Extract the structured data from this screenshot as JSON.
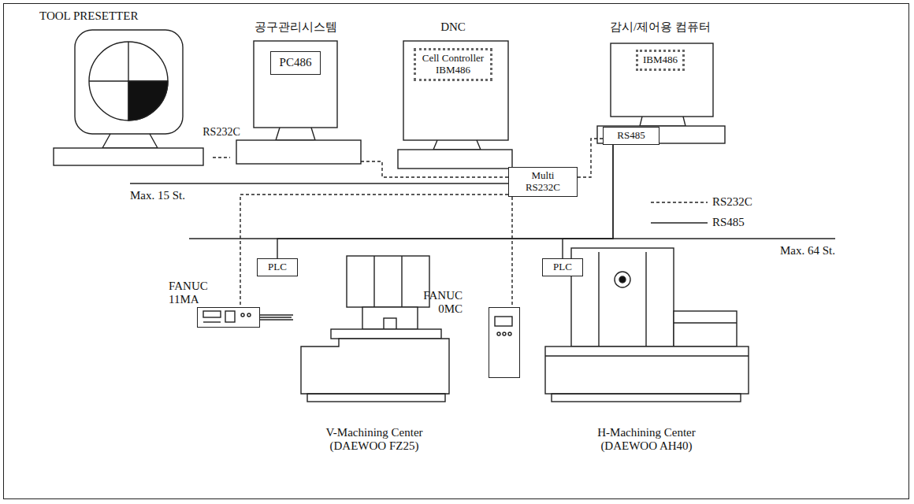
{
  "diagram": {
    "nodes": [
      {
        "text": [
          "TOOL PRESETTER"
        ]
      },
      {
        "text": [
          "공구관리시스템",
          "PC486"
        ]
      },
      {
        "text": [
          "DNC",
          "Cell Controller IBM486"
        ]
      },
      {
        "text": [
          "감시/제어용 컴퓨터",
          "IBM486"
        ]
      },
      {
        "text": [
          "Multi RS232C"
        ]
      },
      {
        "text": [
          "RS485"
        ]
      },
      {
        "text": [
          "PLC"
        ]
      },
      {
        "text": [
          "PLC"
        ]
      },
      {
        "text": [
          "V-Machining Center (DAEWOO FZ25)"
        ]
      },
      {
        "text": [
          "FANUC 11MA"
        ]
      },
      {
        "text": [
          "FANUC 0MC"
        ]
      },
      {
        "text": [
          "H-Machining Center (DAEWOO AH40)"
        ]
      }
    ],
    "edges": [
      {
        "from": 0,
        "to": 1,
        "arrow": "none",
        "label": "RS232C"
      },
      {
        "from": 1,
        "to": 4,
        "arrow": "none"
      },
      {
        "from": 4,
        "to": 5,
        "arrow": "none"
      },
      {
        "from": 4,
        "to": 9,
        "arrow": "none"
      },
      {
        "from": 4,
        "to": 10,
        "arrow": "none"
      },
      {
        "from": 5,
        "to": 6,
        "arrow": "none"
      },
      {
        "from": 5,
        "to": 7,
        "arrow": "none"
      },
      {
        "from": 9,
        "to": 8,
        "arrow": "none"
      }
    ],
    "labels": [
      "Max. 15 St.",
      "Max. 64 St."
    ],
    "legend": [
      {
        "text": "RS232C"
      },
      {
        "text": "RS485"
      }
    ]
  }
}
